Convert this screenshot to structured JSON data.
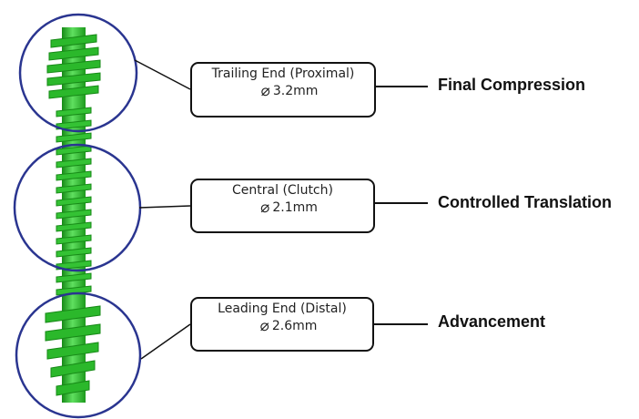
{
  "colors": {
    "screw_green": "#2bb82b",
    "screw_dark": "#178a17",
    "screw_light": "#5fe05f",
    "circle_outline": "#2a3590",
    "line": "#111111"
  },
  "segments": [
    {
      "label": "Trailing End (Proximal)",
      "diameter_symbol": "⌀",
      "diameter": "3.2mm",
      "outcome": "Final Compression"
    },
    {
      "label": "Central (Clutch)",
      "diameter_symbol": "⌀",
      "diameter": "2.1mm",
      "outcome": "Controlled Translation"
    },
    {
      "label": "Leading End (Distal)",
      "diameter_symbol": "⌀",
      "diameter": "2.6mm",
      "outcome": "Advancement"
    }
  ]
}
